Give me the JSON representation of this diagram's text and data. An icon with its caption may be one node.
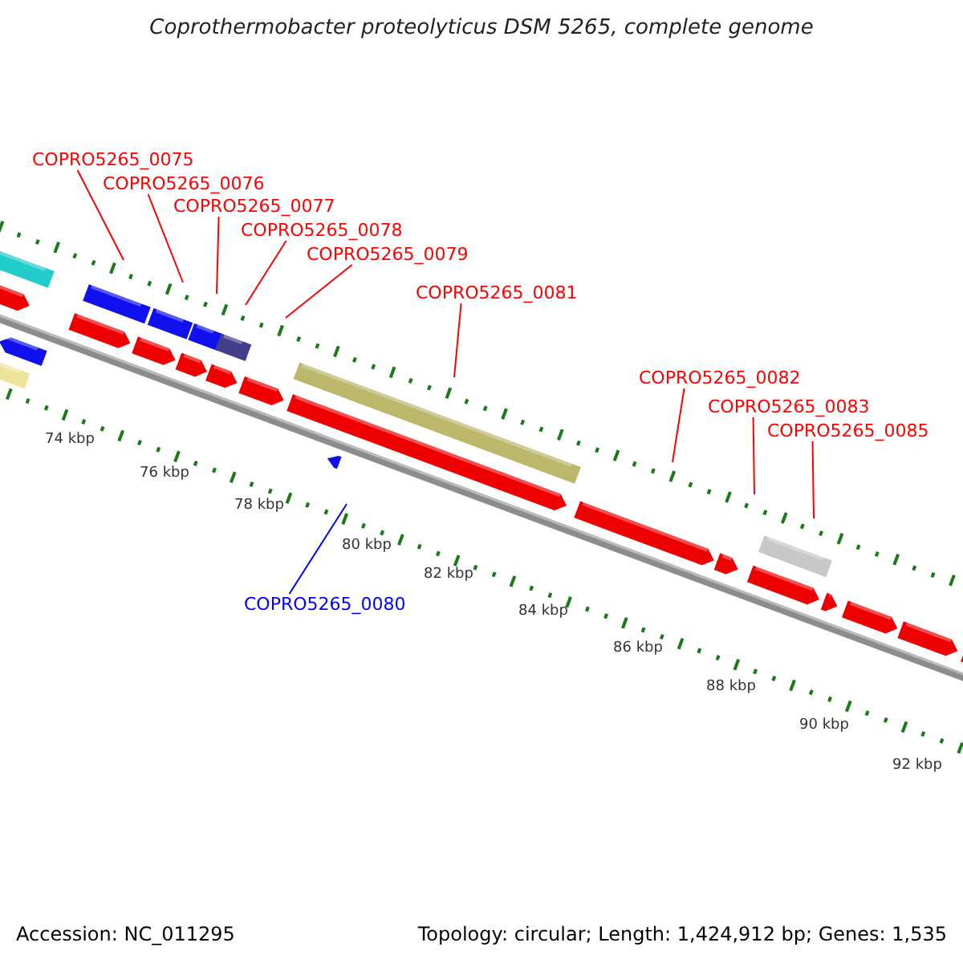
{
  "diagram": {
    "title": "Coprothermobacter proteolyticus DSM 5265, complete genome",
    "nodes": [
      {
        "text": [
          "COPRO5265_0075"
        ]
      },
      {
        "text": [
          "COPRO5265_0076"
        ]
      },
      {
        "text": [
          "COPRO5265_0077"
        ]
      },
      {
        "text": [
          "COPRO5265_0078"
        ]
      },
      {
        "text": [
          "COPRO5265_0079"
        ]
      },
      {
        "text": [
          "COPRO5265_0081"
        ]
      },
      {
        "text": [
          "COPRO5265_0082"
        ]
      },
      {
        "text": [
          "COPRO5265_0083"
        ]
      },
      {
        "text": [
          "COPRO5265_0085"
        ]
      },
      {
        "text": [
          "COPRO5265_0080"
        ]
      }
    ],
    "edges": [
      {
        "from": 0,
        "to": null,
        "arrow": "none"
      },
      {
        "from": 1,
        "to": null,
        "arrow": "none"
      },
      {
        "from": 2,
        "to": null,
        "arrow": "none"
      },
      {
        "from": 3,
        "to": null,
        "arrow": "none"
      },
      {
        "from": 4,
        "to": null,
        "arrow": "none"
      },
      {
        "from": 5,
        "to": null,
        "arrow": "none"
      },
      {
        "from": 6,
        "to": null,
        "arrow": "none"
      },
      {
        "from": 7,
        "to": null,
        "arrow": "none"
      },
      {
        "from": 8,
        "to": null,
        "arrow": "none"
      },
      {
        "from": 9,
        "to": null,
        "arrow": "none",
        "color": "#0000ff"
      }
    ],
    "labels": [
      "74 kbp",
      "76 kbp",
      "78 kbp",
      "80 kbp",
      "82 kbp",
      "84 kbp",
      "86 kbp",
      "88 kbp",
      "90 kbp",
      "92 kbp",
      "Accession: NC_011295",
      "Topology: circular; Length: 1,424,912 bp; Genes: 1,535"
    ]
  }
}
